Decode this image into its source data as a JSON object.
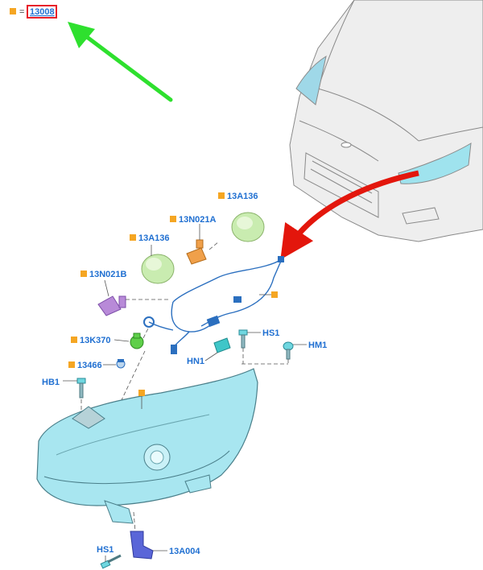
{
  "legend": {
    "equals": "=",
    "part_number": "13008",
    "marker_color": "#f5a623"
  },
  "labels": {
    "bulb_13a136_top": "13A136",
    "bulb_13n021a": "13N021A",
    "bulb_13a136_left": "13A136",
    "bulb_13n021b": "13N021B",
    "socket_13k370": "13K370",
    "bulb_13466": "13466",
    "screw_hb1": "HB1",
    "screw_hs1_top": "HS1",
    "nut_hm1": "HM1",
    "nut_hn1": "HN1",
    "screw_hs1_bottom": "HS1",
    "bracket_13a004": "13A004"
  },
  "colors": {
    "arrow_green": "#2ee02e",
    "arrow_red": "#e3160c",
    "label_blue": "#1f6fd1",
    "marker_orange": "#f5a623",
    "highlight_red": "#e8202a",
    "headlamp_cyan": "#9fe3ee",
    "wire_blue": "#2b6fbf"
  }
}
